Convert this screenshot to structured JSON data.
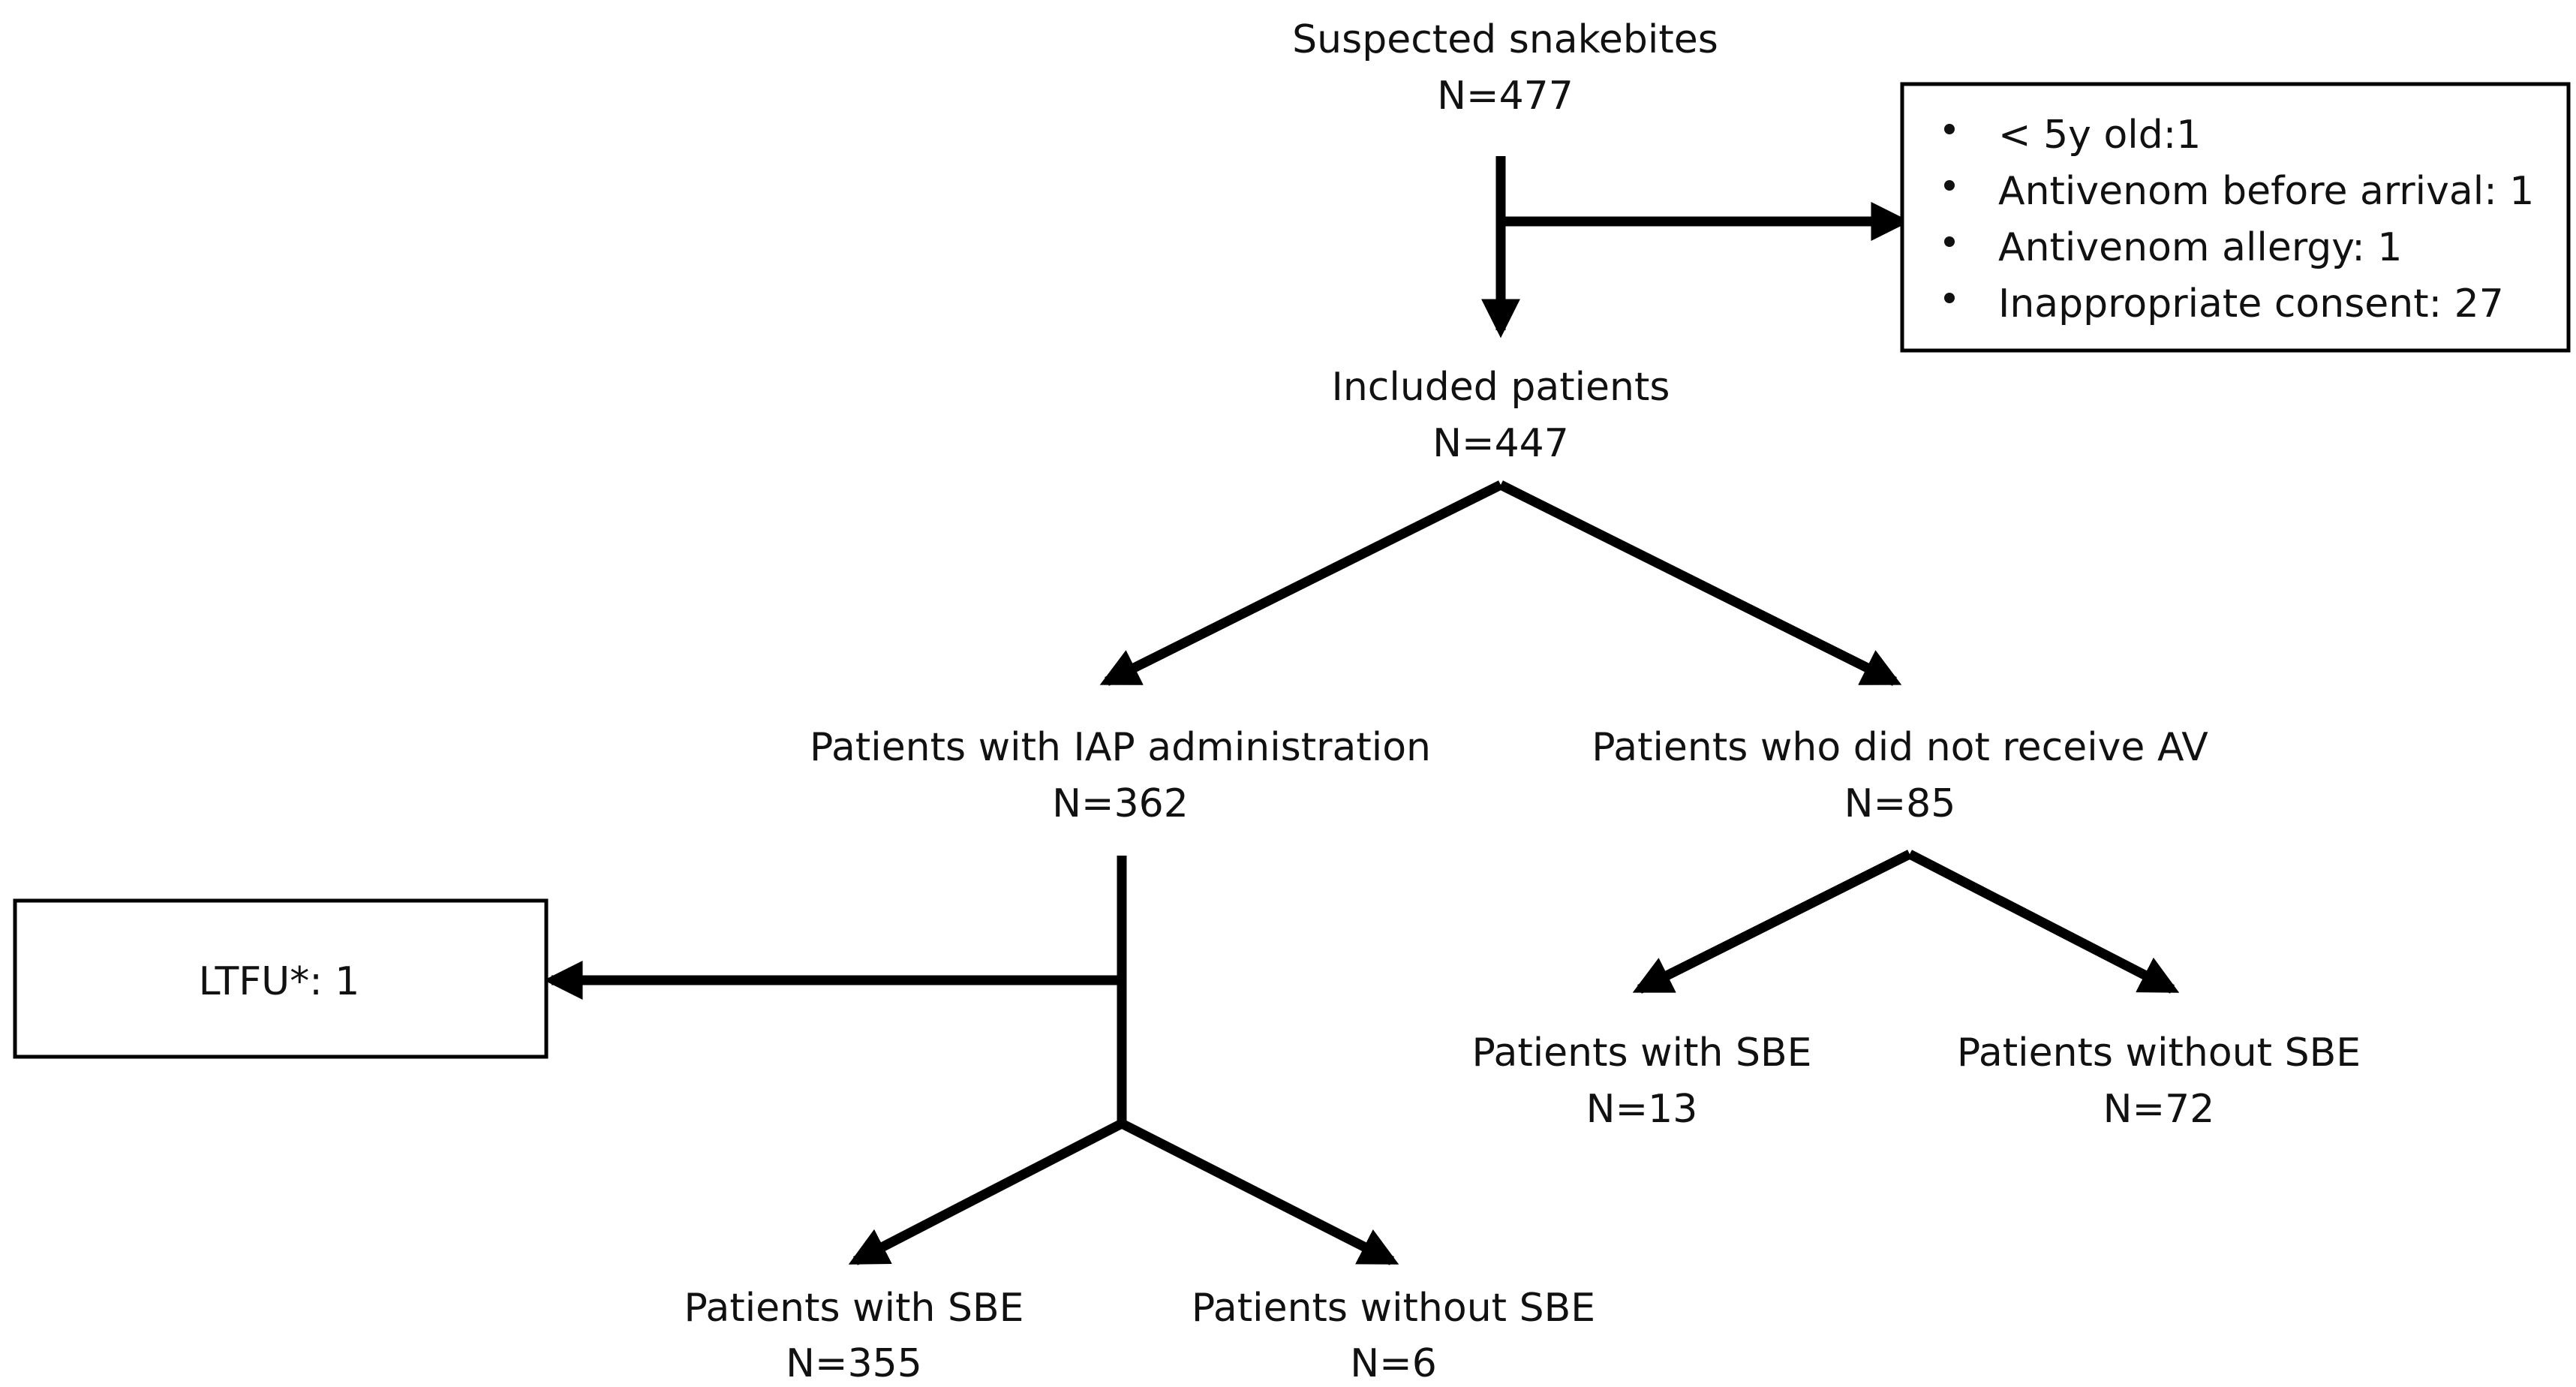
{
  "suspected": {
    "title": "Suspected snakebites",
    "n": "N=477"
  },
  "exclusions": {
    "items": [
      "< 5y old:1",
      "Antivenom before arrival: 1",
      "Antivenom allergy: 1",
      "Inappropriate consent: 27"
    ]
  },
  "included": {
    "title": "Included patients",
    "n": "N=447"
  },
  "iap": {
    "title": "Patients with IAP administration",
    "n": "N=362"
  },
  "no_av": {
    "title": "Patients who did not receive AV",
    "n": "N=85"
  },
  "ltfu": {
    "label": "LTFU*: 1"
  },
  "iap_sbe": {
    "title": "Patients with SBE",
    "n": "N=355"
  },
  "iap_no_sbe": {
    "title": "Patients without SBE",
    "n": "N=6"
  },
  "noav_sbe": {
    "title": "Patients with SBE",
    "n": "N=13"
  },
  "noav_no_sbe": {
    "title": "Patients without SBE",
    "n": "N=72"
  },
  "colors": {
    "line": "#000000",
    "text": "#111111",
    "background": "#ffffff"
  }
}
